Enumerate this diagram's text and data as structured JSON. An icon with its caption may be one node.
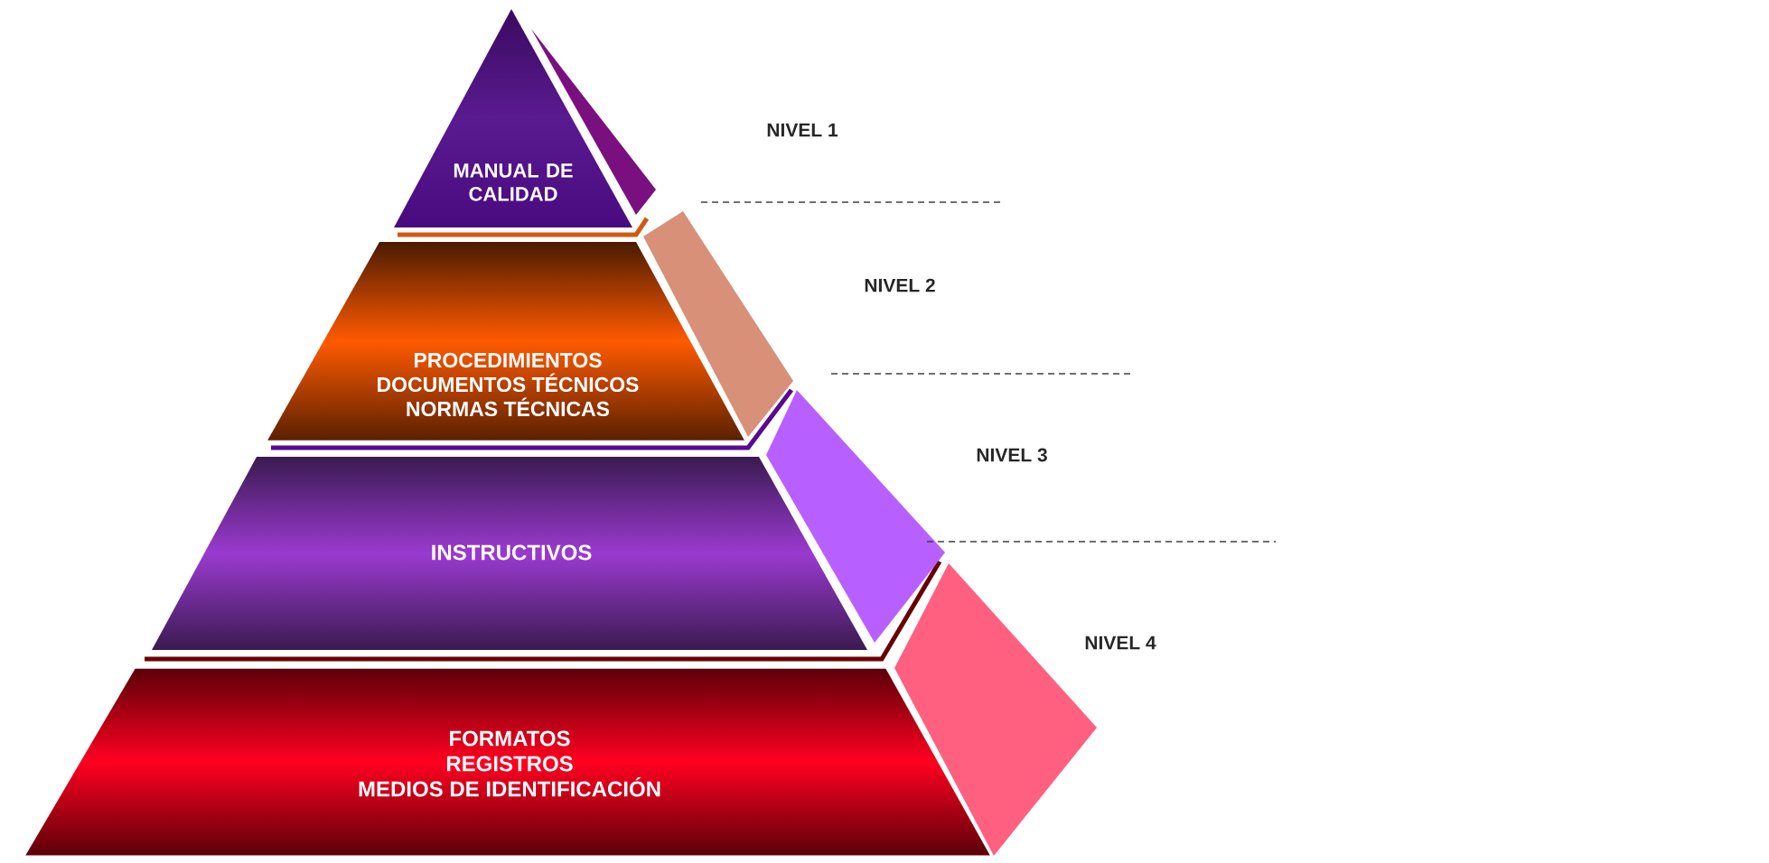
{
  "diagram": {
    "nodes": [
      {
        "text": [
          "MANUAL DE CALIDAD"
        ]
      },
      {
        "text": [
          "PROCEDIMIENTOS",
          "DOCUMENTOS TÉCNICOS",
          "NORMAS TÉCNICAS"
        ]
      },
      {
        "text": [
          "INSTRUCTIVOS"
        ]
      },
      {
        "text": [
          "FORMATOS",
          "REGISTROS",
          "MEDIOS DE IDENTIFICACIÓN"
        ]
      }
    ],
    "labels": [
      "NIVEL 1",
      "NIVEL 2",
      "NIVEL 3",
      "NIVEL 4"
    ]
  }
}
